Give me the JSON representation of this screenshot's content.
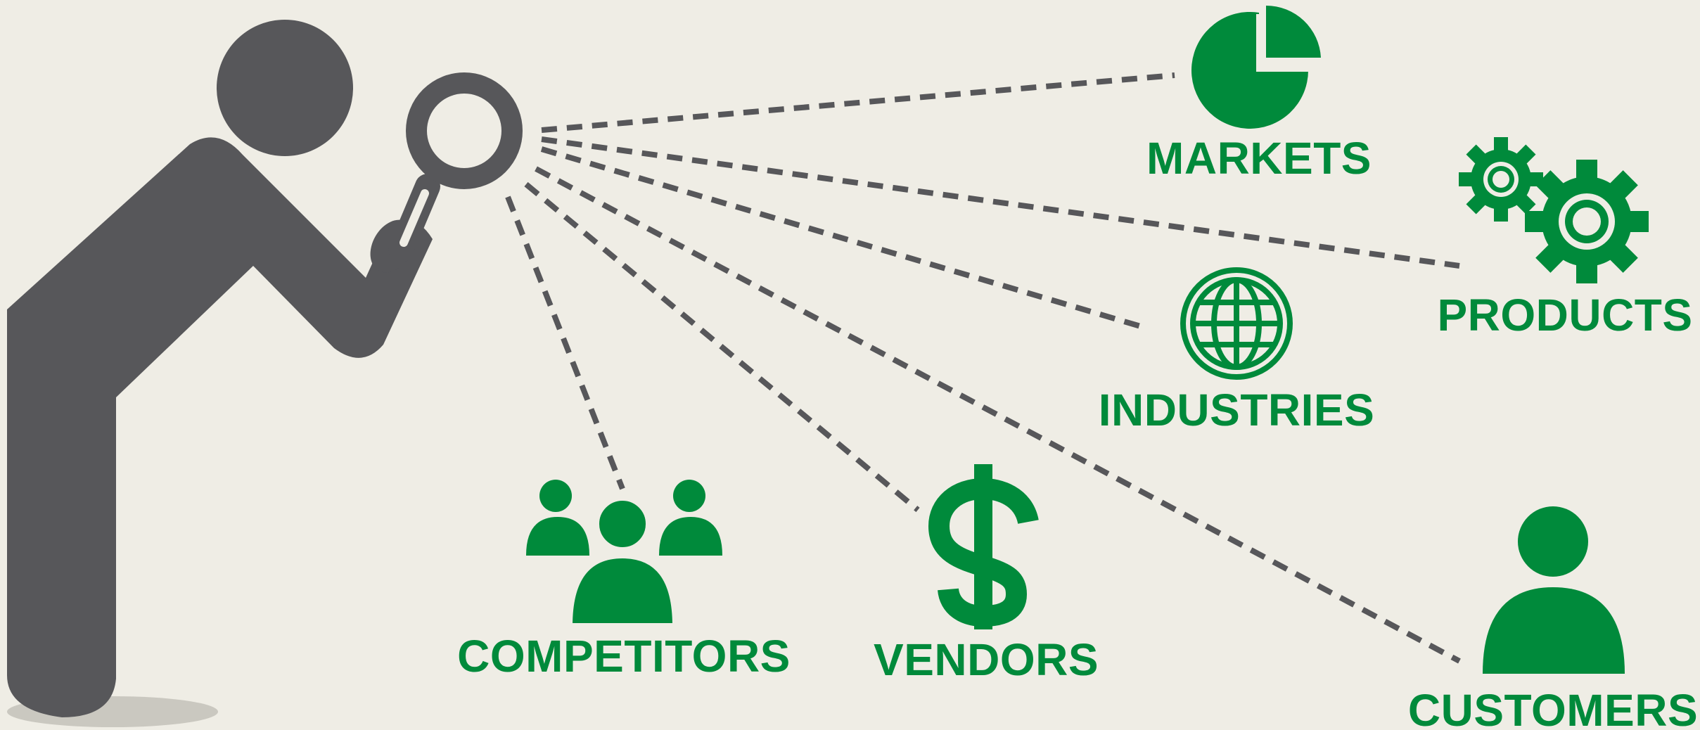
{
  "colors": {
    "background": "#efede5",
    "figure": "#57575a",
    "accent_green": "#008a3b"
  },
  "nodes": [
    {
      "id": "markets",
      "label": "MARKETS",
      "icon": "pie-chart-icon"
    },
    {
      "id": "products",
      "label": "PRODUCTS",
      "icon": "gears-icon"
    },
    {
      "id": "industries",
      "label": "INDUSTRIES",
      "icon": "globe-icon"
    },
    {
      "id": "competitors",
      "label": "COMPETITORS",
      "icon": "people-group-icon"
    },
    {
      "id": "vendors",
      "label": "VENDORS",
      "icon": "dollar-icon"
    },
    {
      "id": "customers",
      "label": "CUSTOMERS",
      "icon": "person-icon"
    }
  ]
}
